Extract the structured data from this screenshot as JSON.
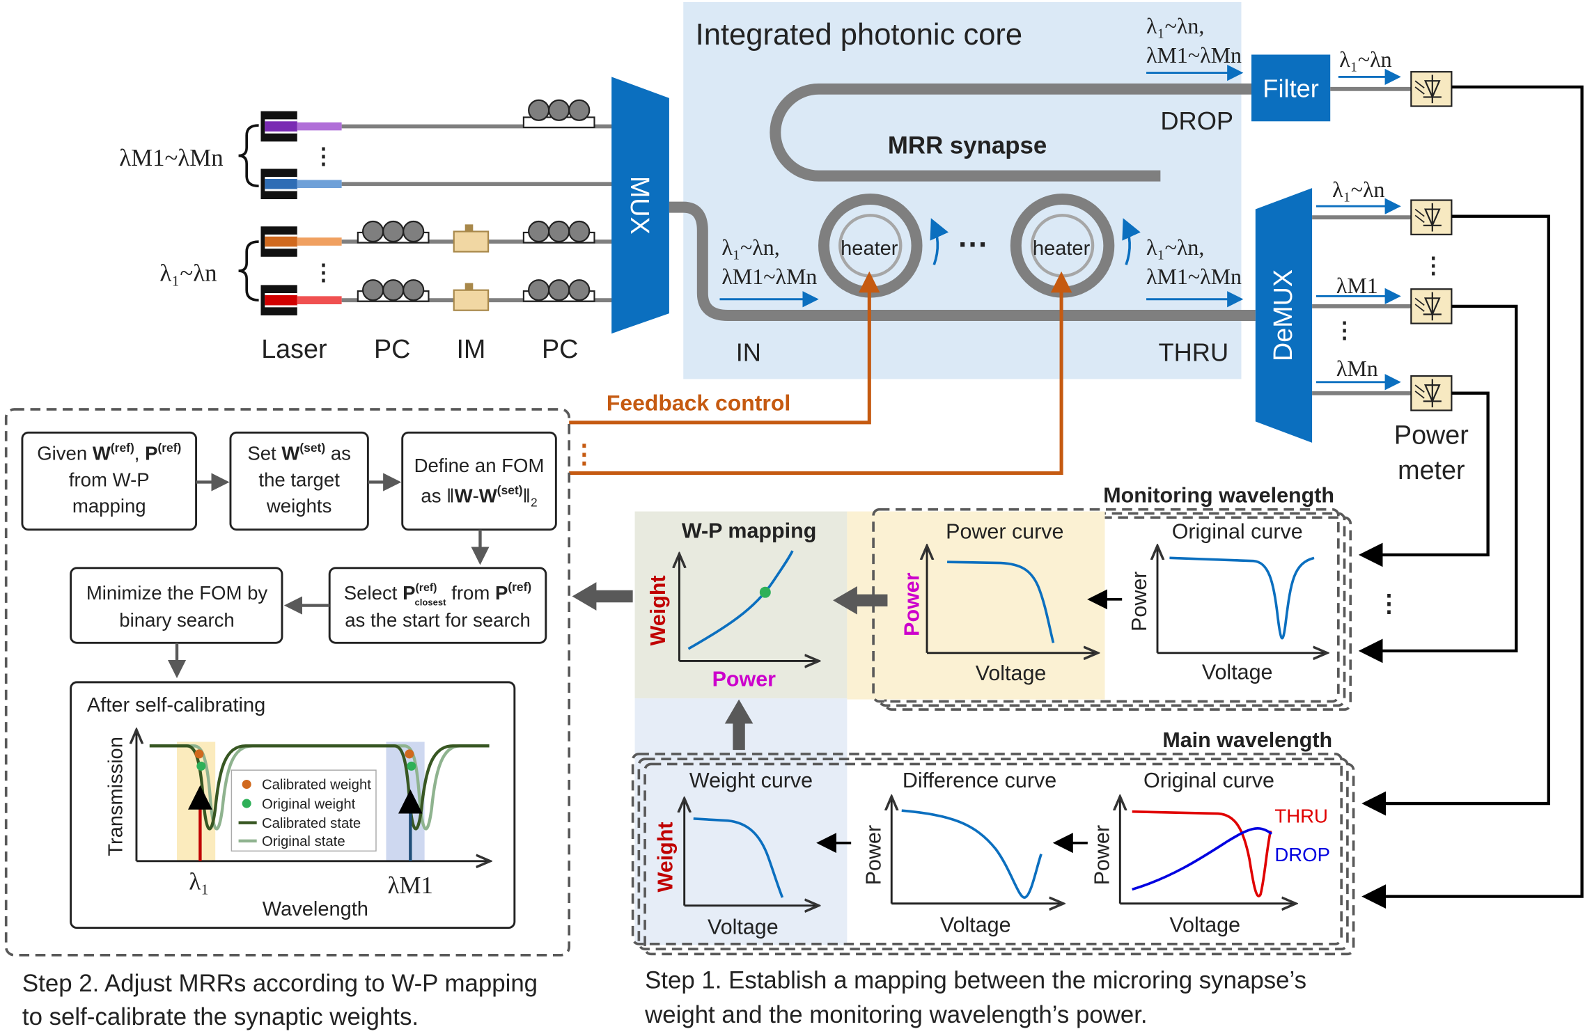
{
  "core": {
    "title": "Integrated photonic core",
    "mrr_label": "MRR synapse",
    "drop_label": "DROP",
    "thru_label": "THRU",
    "in_label": "IN",
    "heater_label": "heater",
    "dots": "···",
    "mux_label": "MUX",
    "demux_label": "DeMUX",
    "filter_label": "Filter",
    "drop_wl_1": "λ₁~λn,",
    "drop_wl_2": "λM1~λMn",
    "in_wl_1": "λ₁~λn,",
    "in_wl_2": "λM1~λMn",
    "thru_wl_1": "λ₁~λn,",
    "thru_wl_2": "λM1~λMn",
    "filter_out_wl": "λ₁~λn",
    "demux_out_1": "λ₁~λn",
    "demux_out_2": "λM1",
    "demux_out_3": "λMn"
  },
  "sources": {
    "monitor_group": "λM1~λMn",
    "main_group": "λ₁~λn",
    "labels": [
      "Laser",
      "PC",
      "IM",
      "PC"
    ]
  },
  "detectors": {
    "label_line1": "Power",
    "label_line2": "meter"
  },
  "feedback": {
    "label": "Feedback control"
  },
  "step2": {
    "box1": [
      "Given W(ref), P(ref)",
      "from W-P",
      "mapping"
    ],
    "box2": [
      "Set W(set) as",
      "the target",
      "weights"
    ],
    "box3": [
      "Define an FOM",
      "as ‖W-W(set)‖₂"
    ],
    "box4": [
      "Select P(ref)closest from P(ref)",
      "as the start for search"
    ],
    "box5": [
      "Minimize the FOM by",
      "binary search"
    ],
    "plot_title": "After self-calibrating",
    "ylabel": "Transmission",
    "xlabel": "Wavelength",
    "tick1": "λ₁",
    "tick2": "λM1",
    "legend": [
      "Calibrated weight",
      "Original weight",
      "Calibrated state",
      "Original state"
    ],
    "caption": [
      "Step 2. Adjust MRRs according to W-P mapping",
      "to self-calibrate the synaptic weights."
    ]
  },
  "step1": {
    "wp_title": "W-P mapping",
    "wp_ylabel": "Weight",
    "wp_xlabel": "Power",
    "monitor_title": "Monitoring wavelength",
    "main_title": "Main wavelength",
    "power_curve": "Power curve",
    "original_curve": "Original curve",
    "weight_curve": "Weight curve",
    "difference_curve": "Difference curve",
    "power": "Power",
    "voltage": "Voltage",
    "weight": "Weight",
    "thru": "THRU",
    "drop": "DROP",
    "caption": [
      "Step 1. Establish a mapping between the microring synapse’s",
      "weight and the monitoring wavelength’s power."
    ]
  },
  "colors": {
    "core_bg": "#dbe9f6",
    "blue": "#0b6fbf",
    "orange": "#c55a11",
    "red": "#c00000",
    "magenta": "#cc00cc",
    "waveguide": "#7f7f7f"
  }
}
